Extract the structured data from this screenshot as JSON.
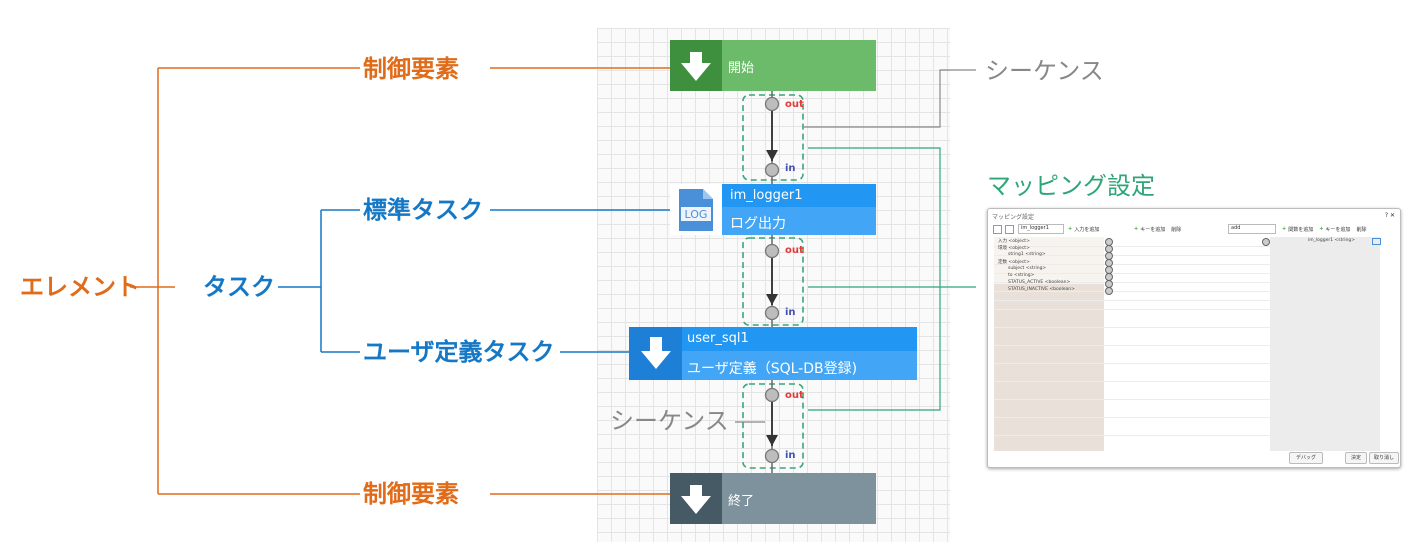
{
  "labels": {
    "element": "エレメント",
    "task": "タスク",
    "control_top": "制御要素",
    "standard_task": "標準タスク",
    "user_task": "ユーザ定義タスク",
    "control_bottom": "制御要素",
    "sequence_top": "シーケンス",
    "sequence_mid": "シーケンス",
    "mapping": "マッピング設定"
  },
  "nodes": {
    "start": {
      "label": "開始"
    },
    "logger": {
      "name": "im_logger1",
      "label": "ログ出力",
      "icon_text": "LOG"
    },
    "user": {
      "name": "user_sql1",
      "label": "ユーザ定義（SQL-DB登録)"
    },
    "end": {
      "label": "終了"
    }
  },
  "ports": {
    "out": "out",
    "in": "in"
  },
  "colors": {
    "orange": "#e06c1a",
    "blue": "#1578c6",
    "green": "#2fa57a",
    "gray": "#888888",
    "start_green": "#6bbb6a",
    "task_blue": "#42a5f5",
    "end_gray": "#7d929c"
  },
  "dialog": {
    "title": "マッピング設定",
    "close": "? ✕",
    "source_select": "im_logger1",
    "add_input": "入力を追加",
    "add_key": "キーを追加",
    "delete": "削除",
    "func_select": "add",
    "add_func": "関数を追加",
    "add_key2": "キーを追加",
    "delete2": "削除",
    "tree": [
      "入力 <object>",
      "環境 <object>",
      "string1 <string>",
      "定数 <object>",
      "subject <string>",
      "to <string>",
      "STATUS_ACTIVE <boolean>",
      "STATUS_INACTIVE <boolean>"
    ],
    "target": "im_logger1 <string>",
    "buttons": {
      "debug": "デバッグ",
      "ok": "決定",
      "cancel": "取り消し"
    }
  }
}
